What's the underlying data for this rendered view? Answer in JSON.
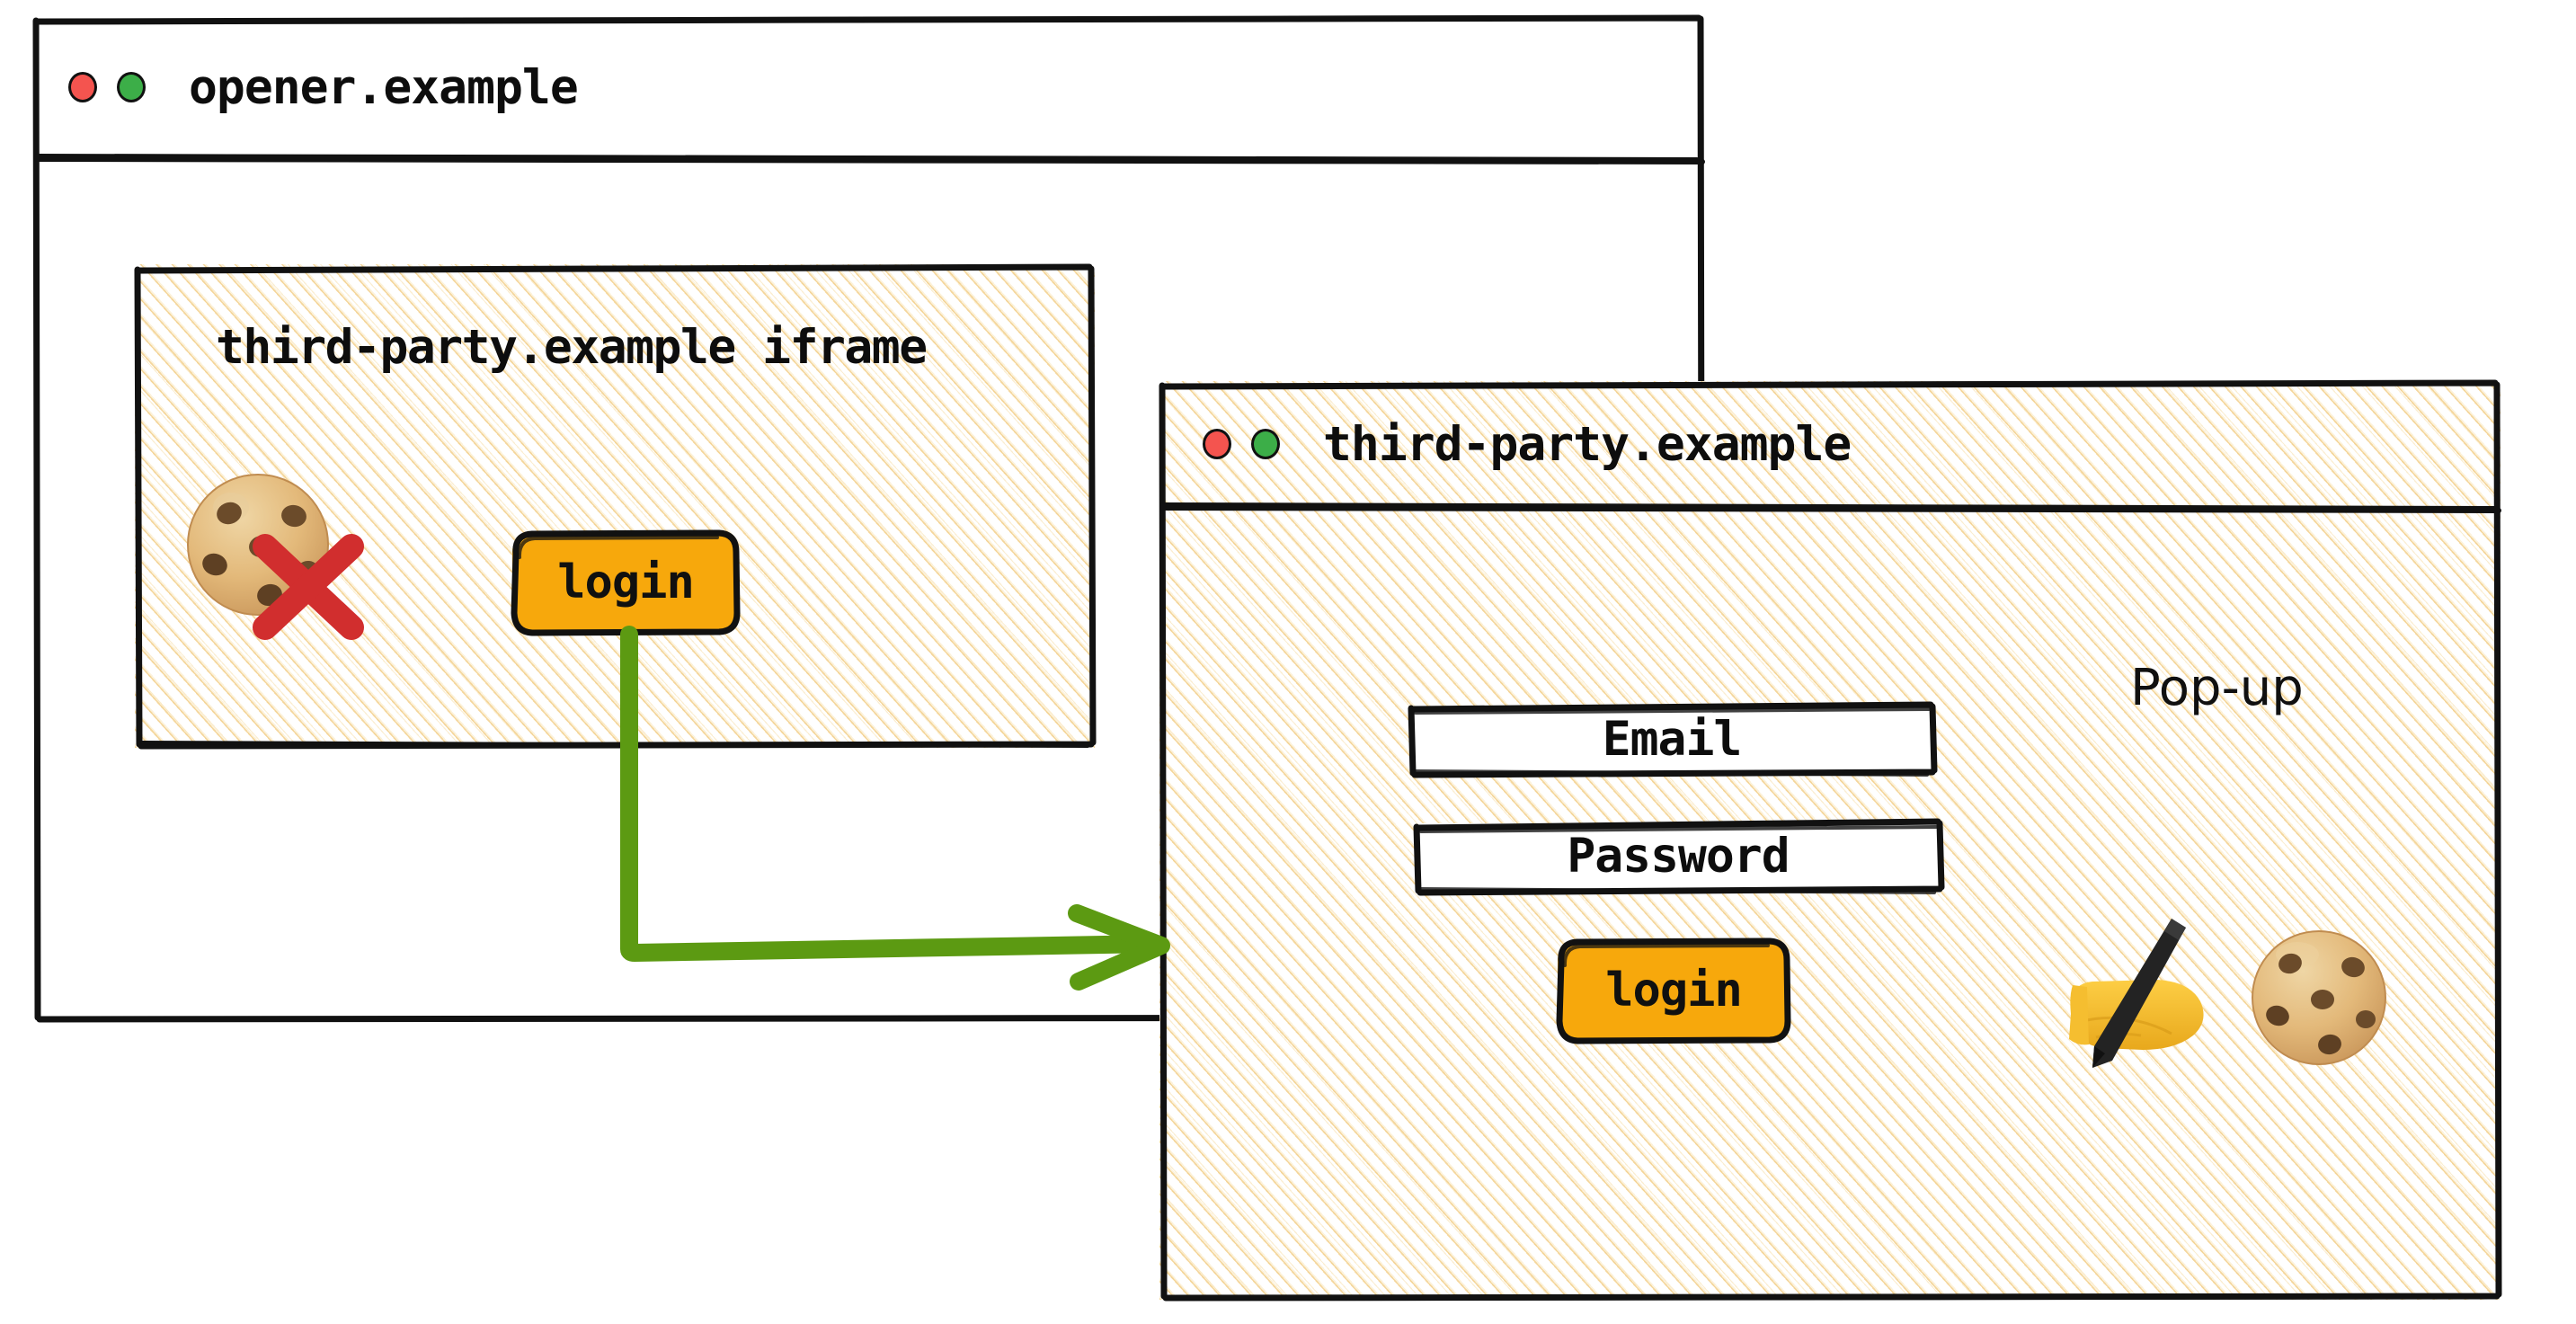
{
  "diagram": {
    "caption_popup": "Pop-up"
  },
  "opener_window": {
    "title": "opener.example",
    "controls": [
      {
        "name": "close",
        "color": "#F4544F"
      },
      {
        "name": "maximize",
        "color": "#3CAE48"
      }
    ],
    "iframe": {
      "label": "third-party.example iframe",
      "cookie_state_icon": "cookie-blocked-icon",
      "cookie_emoji": "🍪",
      "blocked_emoji": "❌",
      "login_button": "login"
    }
  },
  "popup_window": {
    "title": "third-party.example",
    "caption": "Pop-up",
    "controls": [
      {
        "name": "close",
        "color": "#F4544F"
      },
      {
        "name": "maximize",
        "color": "#3CAE48"
      }
    ],
    "form": {
      "email_field": "Email",
      "password_field": "Password",
      "login_button": "login"
    },
    "signin_icon": "writing-hand-and-cookie-icon",
    "writing_hand_emoji": "✍️",
    "cookie_emoji": "🍪"
  },
  "arrow": {
    "name": "login-opens-popup-arrow",
    "color": "#5C9A12",
    "from": "iframe login button",
    "to": "third-party.example pop-up window"
  },
  "colors": {
    "accent_button": "#F7A80C",
    "arrow_green": "#5C9A12",
    "control_red": "#F4544F",
    "control_green": "#3CAE48",
    "hatch": "#F4D496",
    "stroke": "#111111"
  }
}
